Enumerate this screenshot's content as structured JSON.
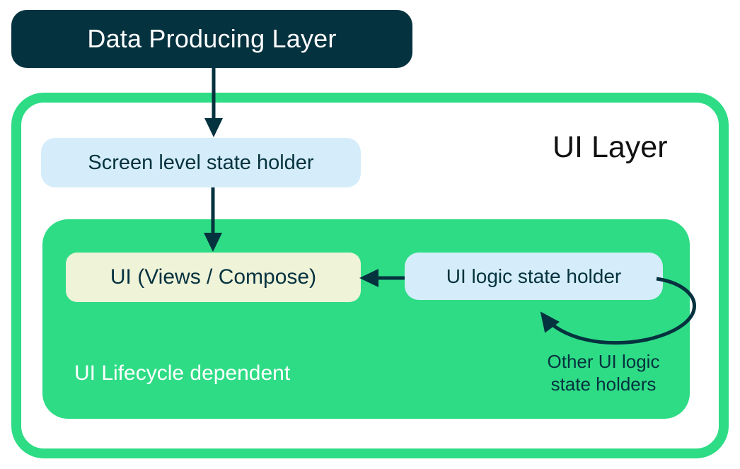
{
  "colors": {
    "navy": "#05323f",
    "green": "#2edc85",
    "light_blue": "#d5edfa",
    "pale_yellow": "#eff3d8",
    "white": "#ffffff",
    "black": "#111111"
  },
  "nodes": {
    "data_producing_layer": {
      "label": "Data Producing Layer"
    },
    "ui_layer": {
      "label": "UI Layer"
    },
    "screen_level_state_holder": {
      "label": "Screen level state holder"
    },
    "ui_views_compose": {
      "label": "UI (Views / Compose)"
    },
    "ui_logic_state_holder": {
      "label": "UI logic state holder"
    },
    "ui_lifecycle_dependent": {
      "label": "UI Lifecycle dependent"
    },
    "other_ui_logic_state_holders": {
      "line1": "Other UI logic",
      "line2": "state holders"
    }
  },
  "arrows": [
    {
      "from": "data_producing_layer",
      "to": "screen_level_state_holder",
      "style": "straight-down"
    },
    {
      "from": "screen_level_state_holder",
      "to": "ui_views_compose",
      "style": "straight-down"
    },
    {
      "from": "ui_logic_state_holder",
      "to": "ui_views_compose",
      "style": "straight-left"
    },
    {
      "from": "other_ui_logic_state_holders",
      "to": "ui_logic_state_holder",
      "style": "curved-loop"
    }
  ]
}
